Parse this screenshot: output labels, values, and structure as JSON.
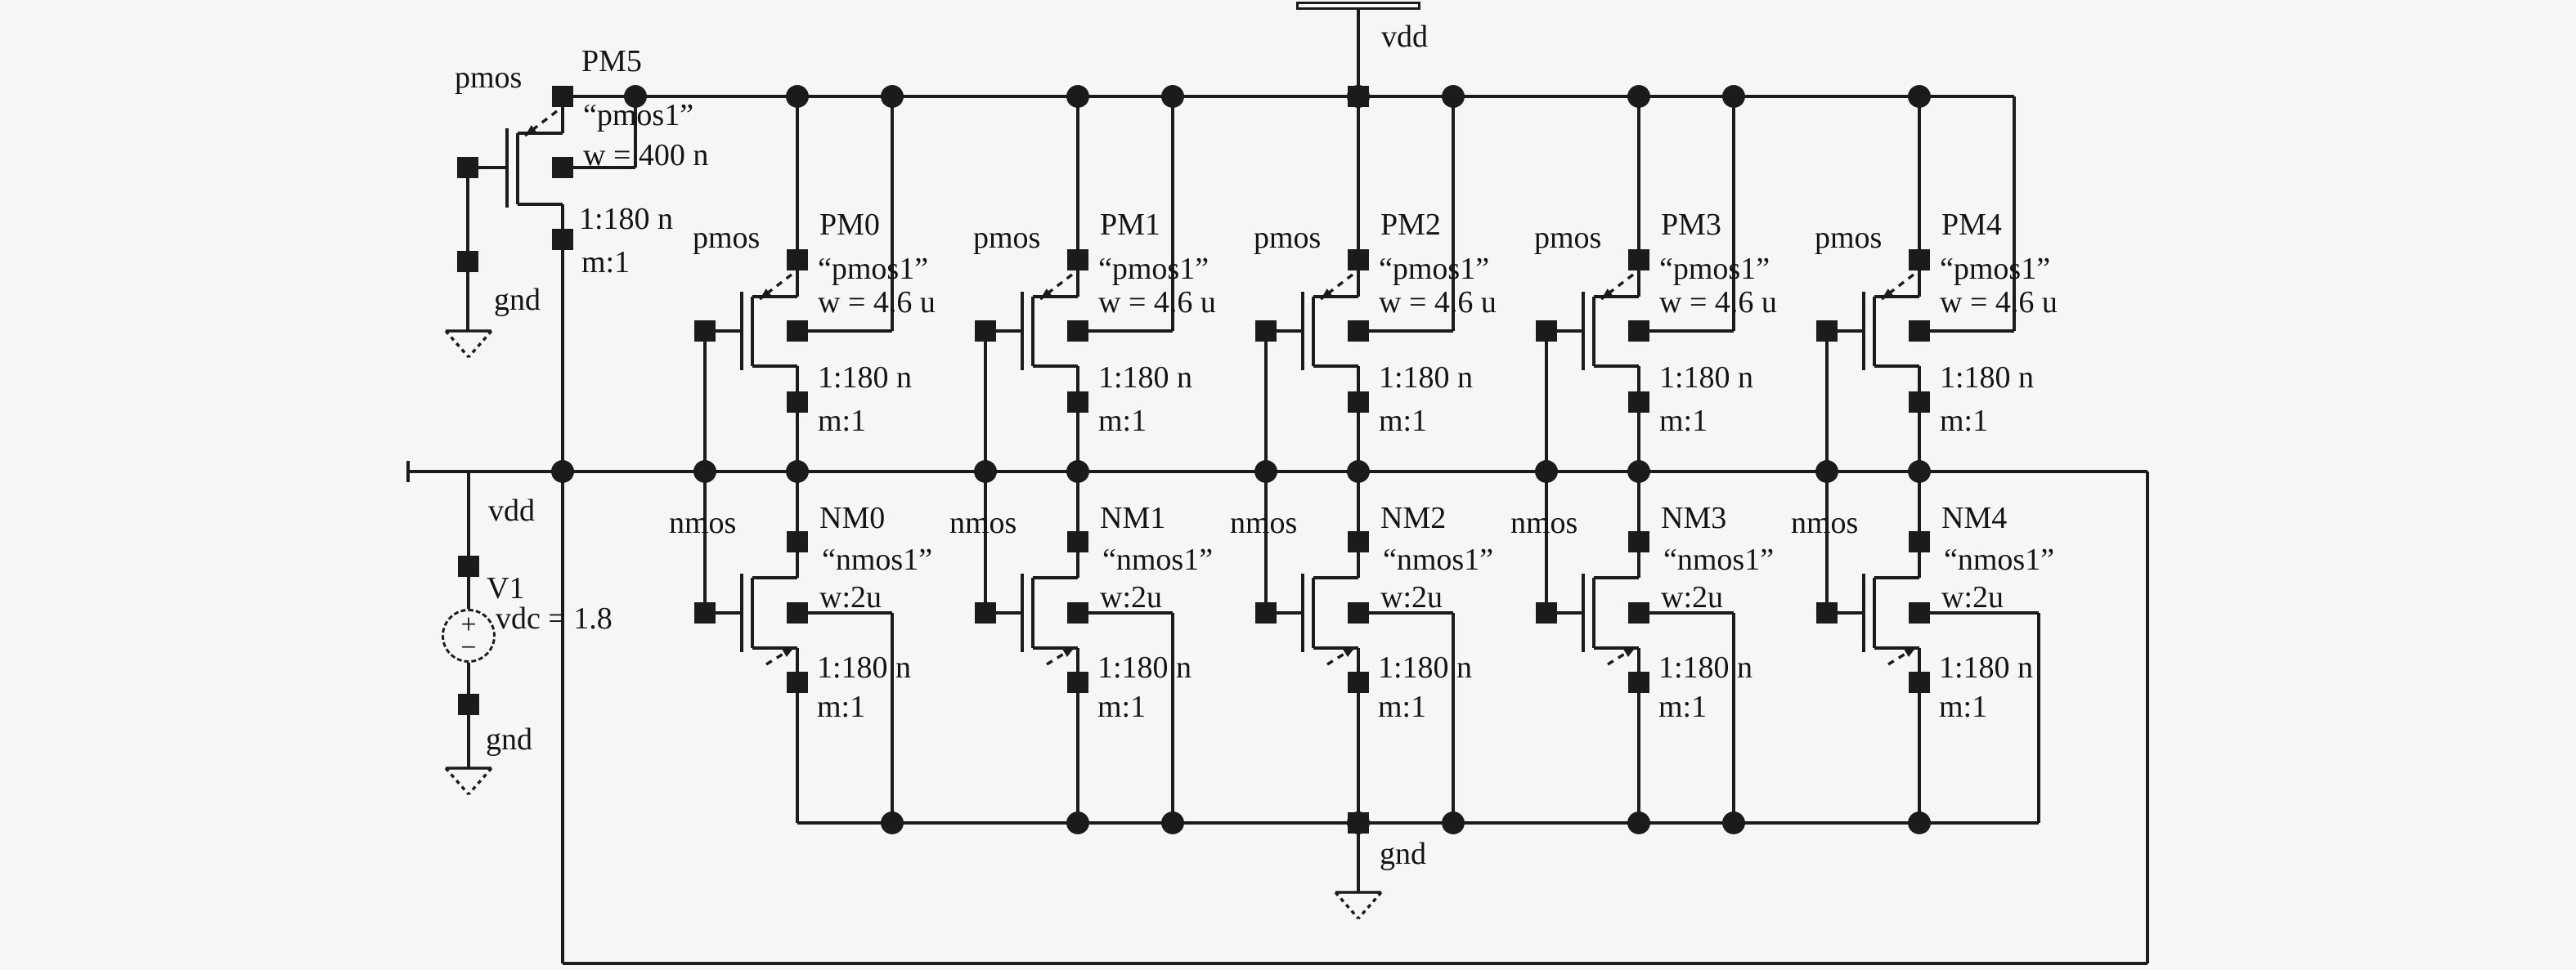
{
  "colors": {
    "background": "#f6f6f6",
    "ink": "#1b1b1b"
  },
  "power": {
    "vdd_label": "vdd",
    "gnd_label": "gnd"
  },
  "supply_source": {
    "name": "V1",
    "value": "vdc = 1.8",
    "plus_sign": "+",
    "minus_sign": "−",
    "top_net": "vdd",
    "bottom_net": "gnd"
  },
  "bias_transistor": {
    "type_label": "pmos",
    "name": "PM5",
    "model": "“pmos1”",
    "width": "w = 400 n",
    "length": "1:180 n",
    "mult": "m:1",
    "gate_net": "gnd"
  },
  "stages": [
    {
      "pmos": {
        "type_label": "pmos",
        "name": "PM0",
        "model": "“pmos1”",
        "width": "w = 4.6 u",
        "length": "1:180 n",
        "mult": "m:1"
      },
      "nmos": {
        "type_label": "nmos",
        "name": "NM0",
        "model": "“nmos1”",
        "width": "w:2u",
        "length": "1:180 n",
        "mult": "m:1"
      }
    },
    {
      "pmos": {
        "type_label": "pmos",
        "name": "PM1",
        "model": "“pmos1”",
        "width": "w = 4.6 u",
        "length": "1:180 n",
        "mult": "m:1"
      },
      "nmos": {
        "type_label": "nmos",
        "name": "NM1",
        "model": "“nmos1”",
        "width": "w:2u",
        "length": "1:180 n",
        "mult": "m:1"
      }
    },
    {
      "pmos": {
        "type_label": "pmos",
        "name": "PM2",
        "model": "“pmos1”",
        "width": "w = 4.6 u",
        "length": "1:180 n",
        "mult": "m:1"
      },
      "nmos": {
        "type_label": "nmos",
        "name": "NM2",
        "model": "“nmos1”",
        "width": "w:2u",
        "length": "1:180 n",
        "mult": "m:1"
      }
    },
    {
      "pmos": {
        "type_label": "pmos",
        "name": "PM3",
        "model": "“pmos1”",
        "width": "w = 4.6 u",
        "length": "1:180 n",
        "mult": "m:1"
      },
      "nmos": {
        "type_label": "nmos",
        "name": "NM3",
        "model": "“nmos1”",
        "width": "w:2u",
        "length": "1:180 n",
        "mult": "m:1"
      }
    },
    {
      "pmos": {
        "type_label": "pmos",
        "name": "PM4",
        "model": "“pmos1”",
        "width": "w = 4.6 u",
        "length": "1:180 n",
        "mult": "m:1"
      },
      "nmos": {
        "type_label": "nmos",
        "name": "NM4",
        "model": "“nmos1”",
        "width": "w:2u",
        "length": "1:180 n",
        "mult": "m:1"
      }
    }
  ]
}
